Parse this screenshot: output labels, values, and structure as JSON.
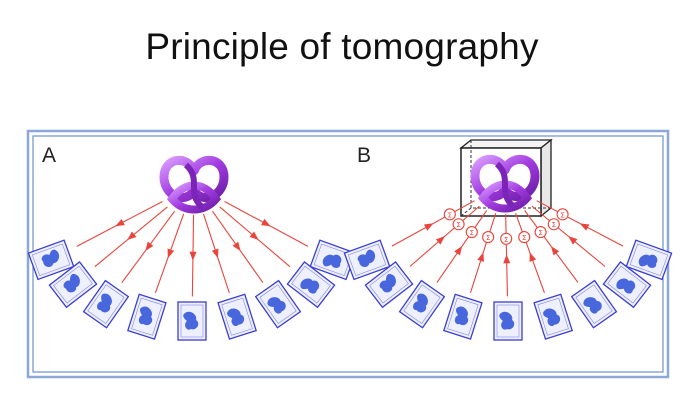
{
  "title": "Principle of tomography",
  "colors": {
    "frame_outer": "#8aa8d8",
    "frame_inner": "#6f93cc",
    "projection_ray": "#e8453c",
    "knot": "#a23be0",
    "knot_highlight": "#d89bff",
    "tile_border": "#3b3fd0",
    "tile_fill": "#eef0ff",
    "blob": "#2a4fd6",
    "sum_marker": "#e8453c"
  },
  "panels": [
    {
      "label": "A",
      "icons": [
        "knot-object-icon"
      ],
      "ray_direction": "outward-from-object",
      "projection_count": 9
    },
    {
      "label": "B",
      "icons": [
        "knot-in-box-icon",
        "sigma-marker-icon"
      ],
      "ray_direction": "inward-toward-object",
      "sum_marker_glyph": "Σ",
      "projection_count": 9
    }
  ]
}
